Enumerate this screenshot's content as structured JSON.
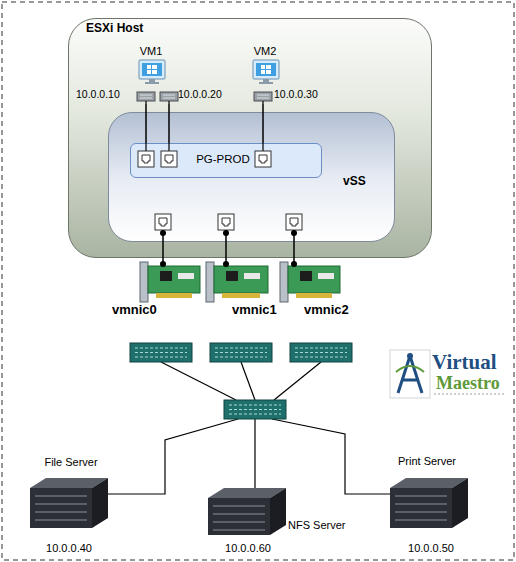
{
  "diagram": {
    "nodes": [
      {
        "text": [
          "ESXi Host"
        ]
      },
      {
        "text": [
          "VM1",
          "10.0.0.10",
          "10.0.0.20"
        ],
        "in": 0
      },
      {
        "text": [
          "VM2",
          "10.0.0.30"
        ],
        "in": 0
      },
      {
        "text": [
          "vSS"
        ],
        "in": 0
      },
      {
        "text": [
          "PG-PROD"
        ],
        "in": 3
      },
      {
        "text": [
          "vmnic0"
        ]
      },
      {
        "text": [
          "vmnic1"
        ]
      },
      {
        "text": [
          "vmnic2"
        ]
      },
      {
        "text": [
          "File Server",
          "10.0.0.40"
        ]
      },
      {
        "text": [
          "NFS Server",
          "10.0.0.60"
        ]
      },
      {
        "text": [
          "Print Server",
          "10.0.0.50"
        ]
      }
    ],
    "edges": [
      {
        "from": 1,
        "to": 4,
        "arrow": "none"
      },
      {
        "from": 1,
        "to": 4,
        "arrow": "none"
      },
      {
        "from": 2,
        "to": 4,
        "arrow": "none"
      },
      {
        "from": 3,
        "to": 5,
        "arrow": "none"
      },
      {
        "from": 3,
        "to": 6,
        "arrow": "none"
      },
      {
        "from": 3,
        "to": 7,
        "arrow": "none"
      }
    ],
    "labels": [
      "Virtual",
      "Maestro"
    ]
  }
}
